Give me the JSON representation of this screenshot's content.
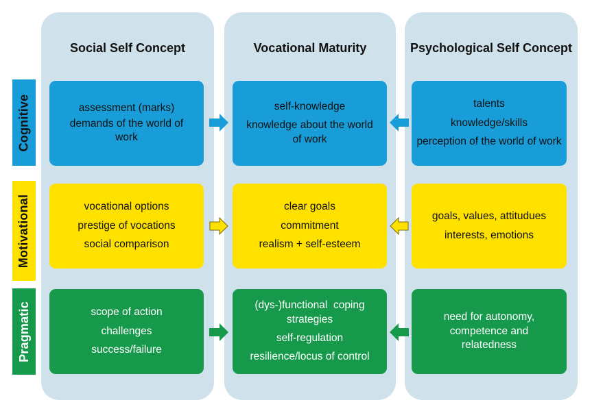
{
  "colors": {
    "column_bg": "#cfe1ea",
    "cognitive": "#199dd9",
    "motivational": "#ffe100",
    "pragmatic": "#16994b"
  },
  "columns": [
    {
      "title": "Social Self Concept"
    },
    {
      "title": "Vocational Maturity"
    },
    {
      "title": "Psychological Self Concept"
    }
  ],
  "rows": [
    {
      "label": "Cognitive"
    },
    {
      "label": "Motivational"
    },
    {
      "label": "Pragmatic"
    }
  ],
  "boxes": {
    "cognitive": {
      "social": [
        "assessment (marks)",
        "demands of the world of work"
      ],
      "vocational": [
        "self-knowledge",
        "knowledge about the world of work"
      ],
      "psychological": [
        "talents",
        "knowledge/skills",
        "perception of the world of work"
      ]
    },
    "motivational": {
      "social": [
        "vocational options",
        "prestige of vocations",
        "social comparison"
      ],
      "vocational": [
        "clear goals",
        "commitment",
        "realism + self-esteem"
      ],
      "psychological": [
        "goals, values, attitudues",
        "interests, emotions"
      ]
    },
    "pragmatic": {
      "social": [
        "scope of action",
        "challenges",
        "success/failure"
      ],
      "vocational": [
        "(dys-)functional  coping strategies",
        "self-regulation",
        "resilience/locus of control"
      ],
      "psychological": [
        "need for autonomy, competence and relatedness"
      ]
    }
  },
  "arrow_icons": {
    "right": "arrow-right-icon",
    "left": "arrow-left-icon"
  }
}
